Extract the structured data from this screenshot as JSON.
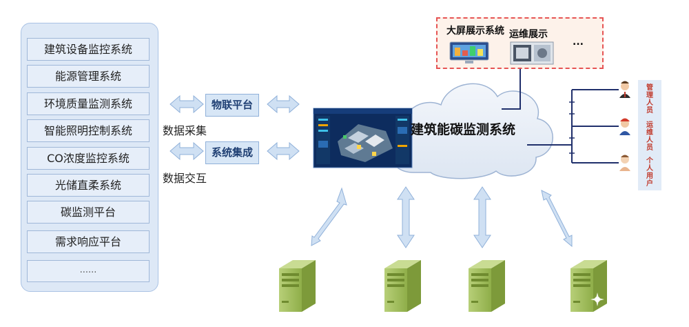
{
  "left_systems": [
    "建筑设备监控系统",
    "能源管理系统",
    "环境质量监测系统",
    "智能照明控制系统",
    "CO浓度监控系统",
    "光储直柔系统",
    "碳监测平台",
    "需求响应平台",
    "......"
  ],
  "platforms": {
    "iot": "物联平台",
    "integration": "系统集成"
  },
  "labels": {
    "data_collection": "数据采集",
    "data_exchange": "数据交互"
  },
  "center": {
    "title": "建筑能碳监测系统"
  },
  "display": {
    "big_screen": "大屏展示系统",
    "ops": "运维展示",
    "more": "..."
  },
  "users": {
    "manager": "管理人员",
    "operator": "运维人员",
    "personal": "个人用户"
  },
  "colors": {
    "panel_bg": "#dde8f6",
    "arrow": "#b9d3ee",
    "cloud": "#e6eef8",
    "dashed_border": "#e65353",
    "user_text": "#c0392b",
    "server": "#9db85a"
  }
}
